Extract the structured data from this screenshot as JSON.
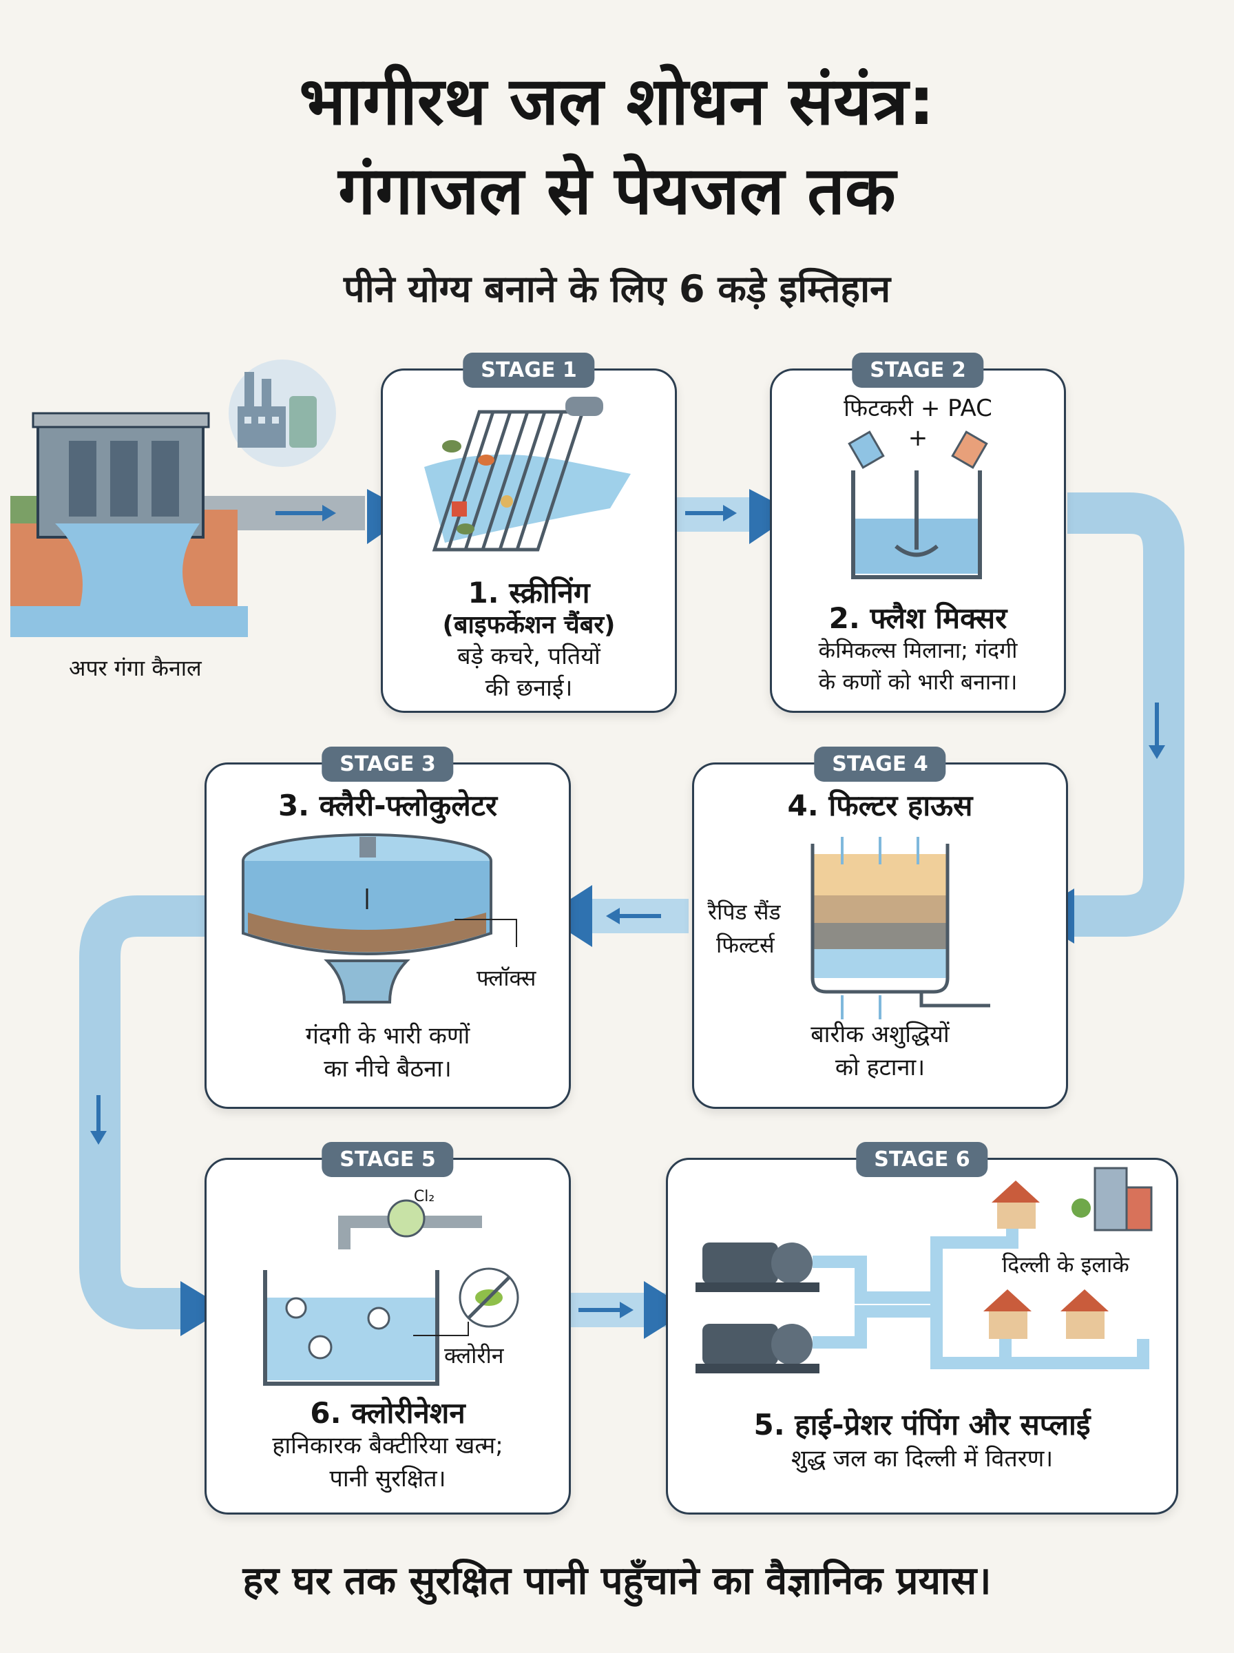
{
  "header": {
    "title_line1": "भागीरथ जल शोधन संयंत्र:",
    "title_line2": "गंगाजल से पेयजल तक",
    "subtitle": "पीने योग्य बनाने के लिए 6 कड़े इम्तिहान"
  },
  "source": {
    "label": "अपर गंगा कैनाल"
  },
  "stages": [
    {
      "badge": "STAGE 1",
      "title": "1. स्क्रीनिंग",
      "subtitle": "(बाइफर्केशन चैंबर)",
      "desc_line1": "बड़े कचरे, पतियों",
      "desc_line2": "की छनाई।"
    },
    {
      "badge": "STAGE 2",
      "title": "2. फ्लैश मिक्सर",
      "chem_label": "फिटकरी + PAC",
      "chem_plus": "+",
      "desc_line1": "केमिकल्स मिलाना; गंदगी",
      "desc_line2": "के कणों को भारी बनाना।"
    },
    {
      "badge": "STAGE 3",
      "title": "3. क्लैरी-फ्लोकुलेटर",
      "flocs_label": "फ्लॉक्स",
      "desc_line1": "गंदगी के भारी कणों",
      "desc_line2": "का नीचे बैठना।"
    },
    {
      "badge": "STAGE 4",
      "title": "4. फिल्टर हाऊस",
      "filter_label_line1": "रैपिड सैंड",
      "filter_label_line2": "फिल्टर्स",
      "desc_line1": "बारीक अशुद्धियों",
      "desc_line2": "को हटाना।"
    },
    {
      "badge": "STAGE 5",
      "title": "6. क्लोरीनेशन",
      "chlorine_label": "क्लोरीन",
      "chem_symbol": "Cl₂",
      "desc_line1": "हानिकारक बैक्टीरिया खत्म;",
      "desc_line2": "पानी सुरक्षित।"
    },
    {
      "badge": "STAGE 6",
      "title": "5. हाई-प्रेशर पंपिंग और सप्लाई",
      "area_label": "दिल्ली के इलाके",
      "desc_line1": "शुद्ध जल का दिल्ली में वितरण।"
    }
  ],
  "footer": {
    "text": "हर घर तक सुरक्षित पानी पहुँचाने का वैज्ञानिक प्रयास।"
  },
  "colors": {
    "flow": "#a9cfe6",
    "arrow": "#2f72b0",
    "water": "#8fc3e3",
    "card_border": "#2c3e50",
    "badge": "#5b6f80"
  }
}
